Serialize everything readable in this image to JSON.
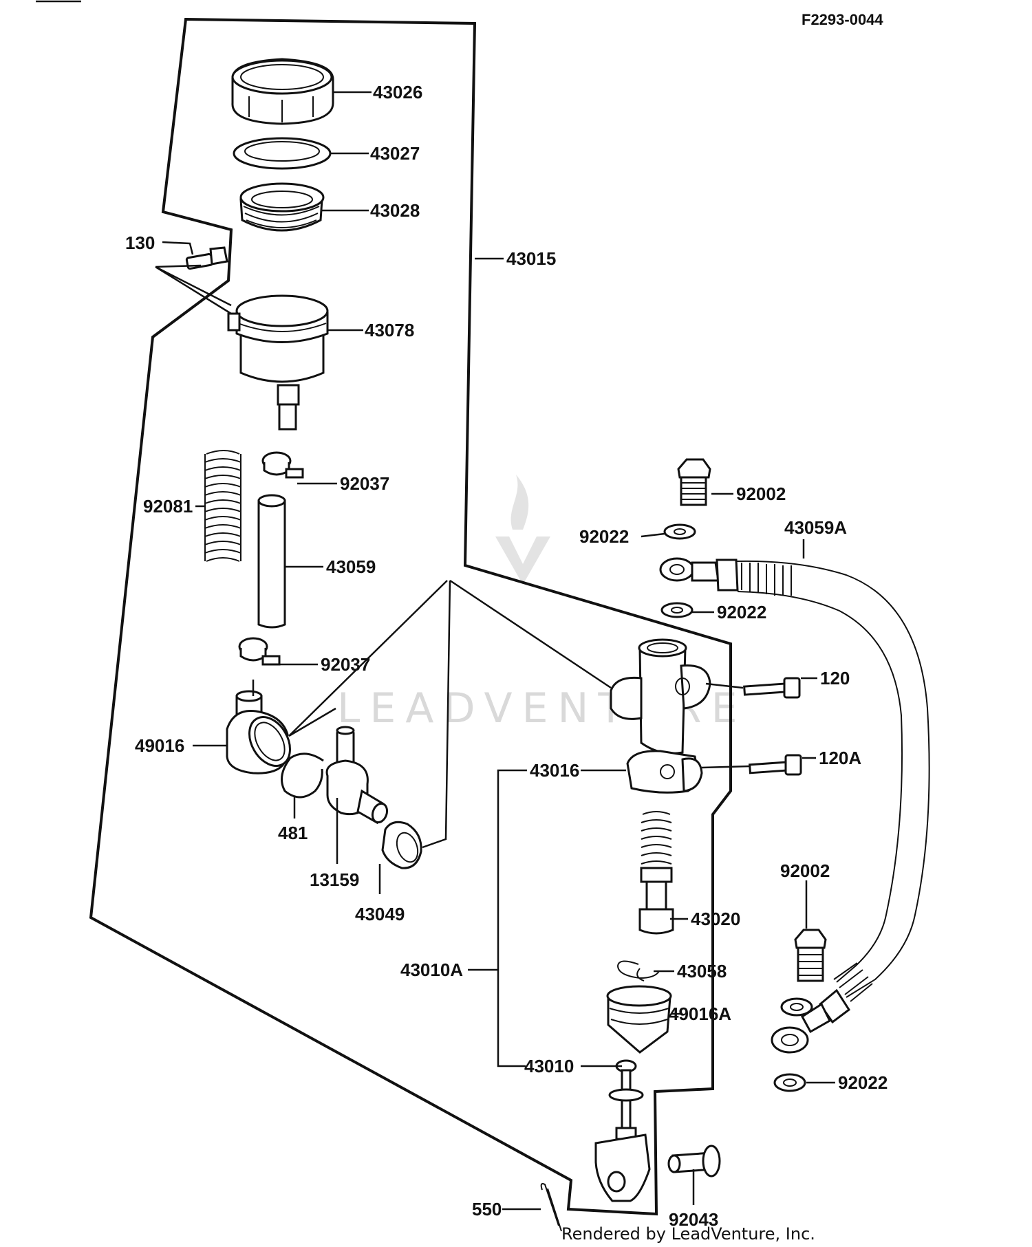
{
  "diagram": {
    "reference": "F2293-0044",
    "footer": "Rendered by LeadVenture, Inc.",
    "watermark": "LEADVENTURE"
  },
  "parts": [
    {
      "id": "43026",
      "name": "reservoir-cap"
    },
    {
      "id": "43027",
      "name": "cap-plate"
    },
    {
      "id": "43028",
      "name": "diaphragm"
    },
    {
      "id": "43015",
      "name": "master-cylinder-assembly"
    },
    {
      "id": "130",
      "name": "bolt"
    },
    {
      "id": "43078",
      "name": "reservoir-tank"
    },
    {
      "id": "92037",
      "name": "clamp-upper"
    },
    {
      "id": "92081",
      "name": "spring"
    },
    {
      "id": "43059",
      "name": "reservoir-hose"
    },
    {
      "id": "92037",
      "name": "clamp-lower"
    },
    {
      "id": "49016",
      "name": "boot"
    },
    {
      "id": "481",
      "name": "circlip"
    },
    {
      "id": "13159",
      "name": "joint-fitting"
    },
    {
      "id": "43049",
      "name": "o-ring"
    },
    {
      "id": "92002",
      "name": "banjo-bolt-upper"
    },
    {
      "id": "43059A",
      "name": "brake-hose"
    },
    {
      "id": "92022",
      "name": "washer-a"
    },
    {
      "id": "92022",
      "name": "washer-b"
    },
    {
      "id": "120",
      "name": "bolt-upper"
    },
    {
      "id": "120A",
      "name": "bolt-lower"
    },
    {
      "id": "43016",
      "name": "cylinder-body"
    },
    {
      "id": "43020",
      "name": "piston-spring"
    },
    {
      "id": "43010A",
      "name": "piston-assembly"
    },
    {
      "id": "43058",
      "name": "stopper-ring"
    },
    {
      "id": "49016A",
      "name": "dust-boot"
    },
    {
      "id": "43010",
      "name": "push-rod"
    },
    {
      "id": "92002",
      "name": "banjo-bolt-lower"
    },
    {
      "id": "92022",
      "name": "washer-c"
    },
    {
      "id": "550",
      "name": "cotter-pin"
    },
    {
      "id": "92043",
      "name": "clevis-pin"
    }
  ]
}
